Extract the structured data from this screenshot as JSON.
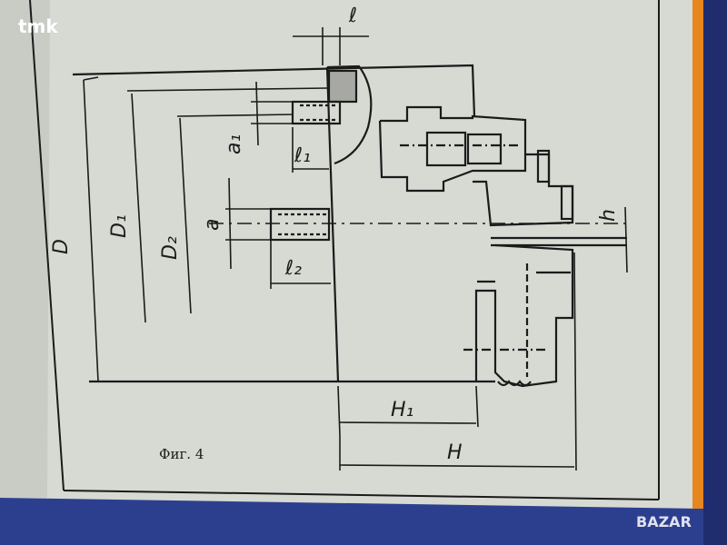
{
  "watermark": {
    "top_left": "tmk",
    "bottom_right": "BAZAR"
  },
  "caption": "Фиг. 4",
  "dimensions": {
    "l": "ℓ",
    "l1": "ℓ₁",
    "l2": "ℓ₂",
    "a": "a",
    "a1": "a₁",
    "D": "D",
    "D1": "D₁",
    "D2": "D₂",
    "H": "H",
    "H1": "H₁",
    "h": "h"
  },
  "colors": {
    "paper": "#d9dbd5",
    "ink": "#1b1b1b",
    "background": "#2c3f8f",
    "orange_edge": "#e6861e"
  }
}
